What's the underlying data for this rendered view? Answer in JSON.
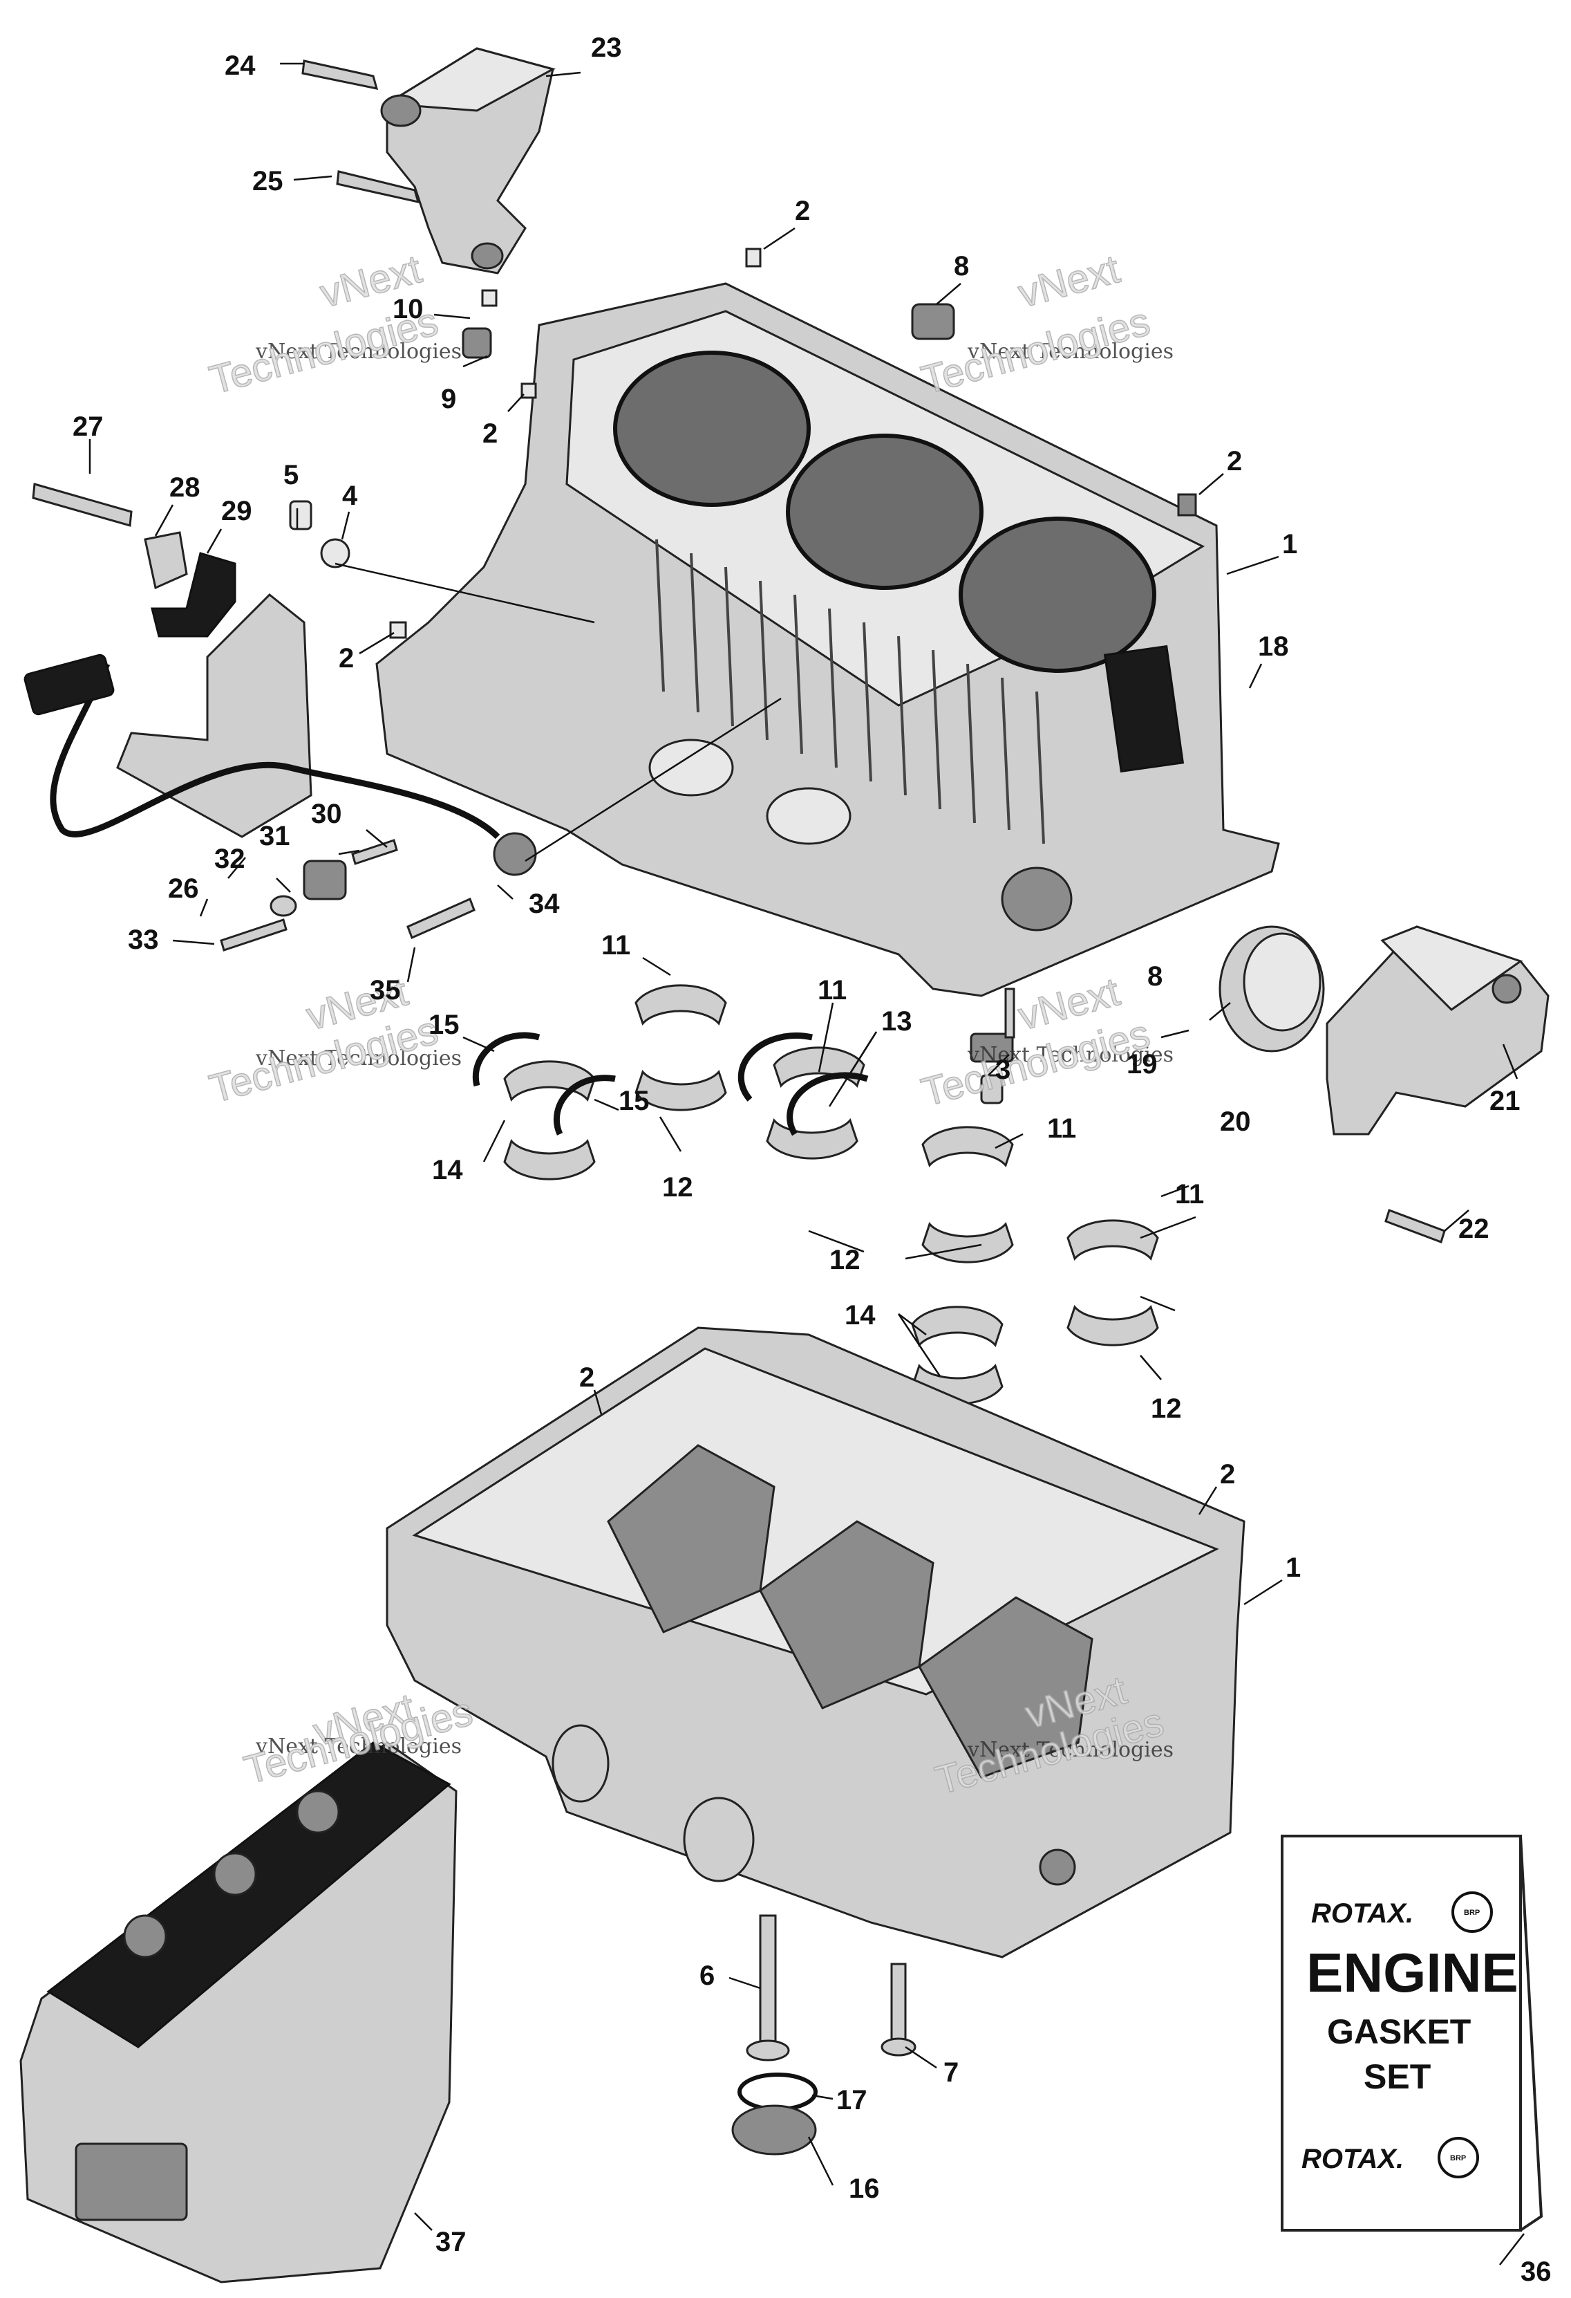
{
  "watermark": {
    "line1": "vNext",
    "line2": "vNext Technologies",
    "line3": "Technologies"
  },
  "callouts": {
    "c1a": "1",
    "c1b": "1",
    "c2a": "2",
    "c2b": "2",
    "c2c": "2",
    "c2d": "2",
    "c2e": "2",
    "c2f": "2",
    "c3": "3",
    "c4": "4",
    "c5": "5",
    "c6": "6",
    "c7": "7",
    "c8a": "8",
    "c8b": "8",
    "c9": "9",
    "c10": "10",
    "c11a": "11",
    "c11b": "11",
    "c11c": "11",
    "c11d": "11",
    "c12a": "12",
    "c12b": "12",
    "c12c": "12",
    "c13": "13",
    "c14a": "14",
    "c14b": "14",
    "c15a": "15",
    "c15b": "15",
    "c16": "16",
    "c17": "17",
    "c18": "18",
    "c19": "19",
    "c20": "20",
    "c21": "21",
    "c22": "22",
    "c23": "23",
    "c24": "24",
    "c25": "25",
    "c26": "26",
    "c27": "27",
    "c28": "28",
    "c29": "29",
    "c30": "30",
    "c31": "31",
    "c32": "32",
    "c33": "33",
    "c34": "34",
    "c35": "35",
    "c36": "36",
    "c37": "37"
  },
  "gasket_kit": {
    "brand_top": "ROTAX.",
    "brand_bottom": "ROTAX.",
    "badge_text": "BRP",
    "title": "ENGINE",
    "subtitle_1": "GASKET",
    "subtitle_2": "SET"
  },
  "engine_label": "ROTAX"
}
